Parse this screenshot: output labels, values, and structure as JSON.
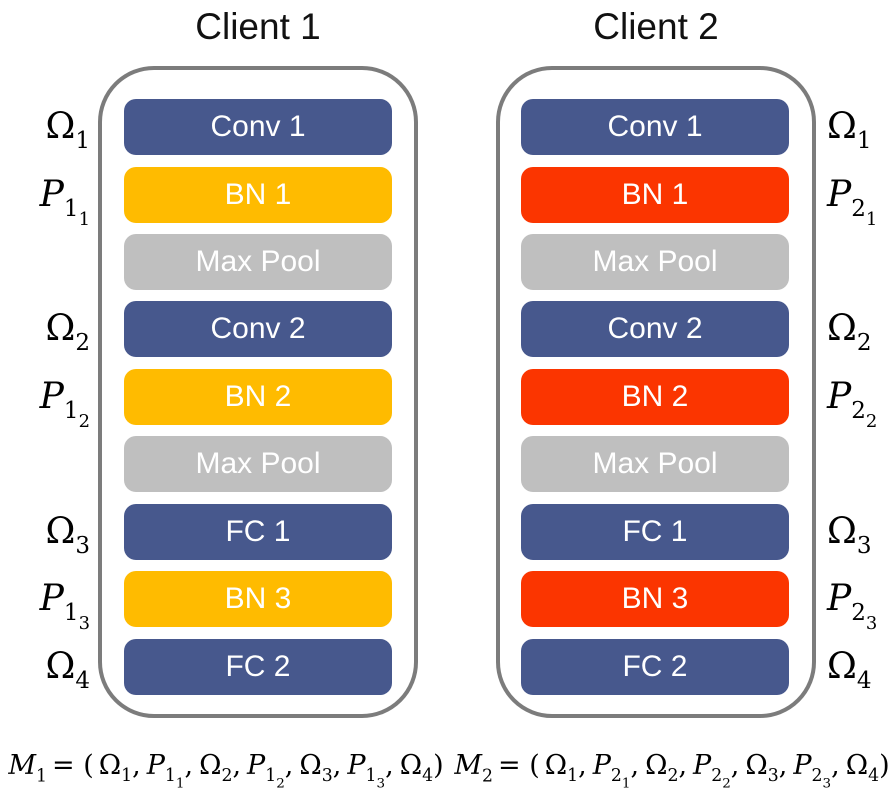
{
  "colors": {
    "conv_fc_box": "#47588d",
    "bn_box_client1": "#ffbb00",
    "bn_box_client2": "#fb3500",
    "pool_box": "#bfbfbf",
    "container_border": "#7c7c7c",
    "box_text": "#ffffff",
    "title_text": "#111111"
  },
  "clients": [
    {
      "title": "Client 1",
      "layers": [
        {
          "label": "Conv 1"
        },
        {
          "label": "BN 1"
        },
        {
          "label": "Max Pool"
        },
        {
          "label": "Conv 2"
        },
        {
          "label": "BN 2"
        },
        {
          "label": "Max Pool"
        },
        {
          "label": "FC 1"
        },
        {
          "label": "BN 3"
        },
        {
          "label": "FC 2"
        }
      ],
      "params": [
        {
          "base": "Ω",
          "sub": "1",
          "subsub": ""
        },
        {
          "base": "P",
          "sub": "1",
          "subsub": "1"
        },
        {
          "base": "Ω",
          "sub": "2",
          "subsub": ""
        },
        {
          "base": "P",
          "sub": "1",
          "subsub": "2"
        },
        {
          "base": "Ω",
          "sub": "3",
          "subsub": ""
        },
        {
          "base": "P",
          "sub": "1",
          "subsub": "3"
        },
        {
          "base": "Ω",
          "sub": "4",
          "subsub": ""
        }
      ],
      "equation": {
        "lhs": {
          "base": "M",
          "sub": "1",
          "subsub": ""
        },
        "equals_open": "= (",
        "sep": ",",
        "close": ")",
        "terms": [
          {
            "base": "Ω",
            "sub": "1",
            "subsub": ""
          },
          {
            "base": "P",
            "sub": "1",
            "subsub": "1"
          },
          {
            "base": "Ω",
            "sub": "2",
            "subsub": ""
          },
          {
            "base": "P",
            "sub": "1",
            "subsub": "2"
          },
          {
            "base": "Ω",
            "sub": "3",
            "subsub": ""
          },
          {
            "base": "P",
            "sub": "1",
            "subsub": "3"
          },
          {
            "base": "Ω",
            "sub": "4",
            "subsub": ""
          }
        ]
      }
    },
    {
      "title": "Client 2",
      "layers": [
        {
          "label": "Conv 1"
        },
        {
          "label": "BN 1"
        },
        {
          "label": "Max Pool"
        },
        {
          "label": "Conv 2"
        },
        {
          "label": "BN 2"
        },
        {
          "label": "Max Pool"
        },
        {
          "label": "FC 1"
        },
        {
          "label": "BN 3"
        },
        {
          "label": "FC 2"
        }
      ],
      "params": [
        {
          "base": "Ω",
          "sub": "1",
          "subsub": ""
        },
        {
          "base": "P",
          "sub": "2",
          "subsub": "1"
        },
        {
          "base": "Ω",
          "sub": "2",
          "subsub": ""
        },
        {
          "base": "P",
          "sub": "2",
          "subsub": "2"
        },
        {
          "base": "Ω",
          "sub": "3",
          "subsub": ""
        },
        {
          "base": "P",
          "sub": "2",
          "subsub": "3"
        },
        {
          "base": "Ω",
          "sub": "4",
          "subsub": ""
        }
      ],
      "equation": {
        "lhs": {
          "base": "M",
          "sub": "2",
          "subsub": ""
        },
        "equals_open": "= (",
        "sep": ",",
        "close": ")",
        "terms": [
          {
            "base": "Ω",
            "sub": "1",
            "subsub": ""
          },
          {
            "base": "P",
            "sub": "2",
            "subsub": "1"
          },
          {
            "base": "Ω",
            "sub": "2",
            "subsub": ""
          },
          {
            "base": "P",
            "sub": "2",
            "subsub": "2"
          },
          {
            "base": "Ω",
            "sub": "3",
            "subsub": ""
          },
          {
            "base": "P",
            "sub": "2",
            "subsub": "3"
          },
          {
            "base": "Ω",
            "sub": "4",
            "subsub": ""
          }
        ]
      }
    }
  ]
}
